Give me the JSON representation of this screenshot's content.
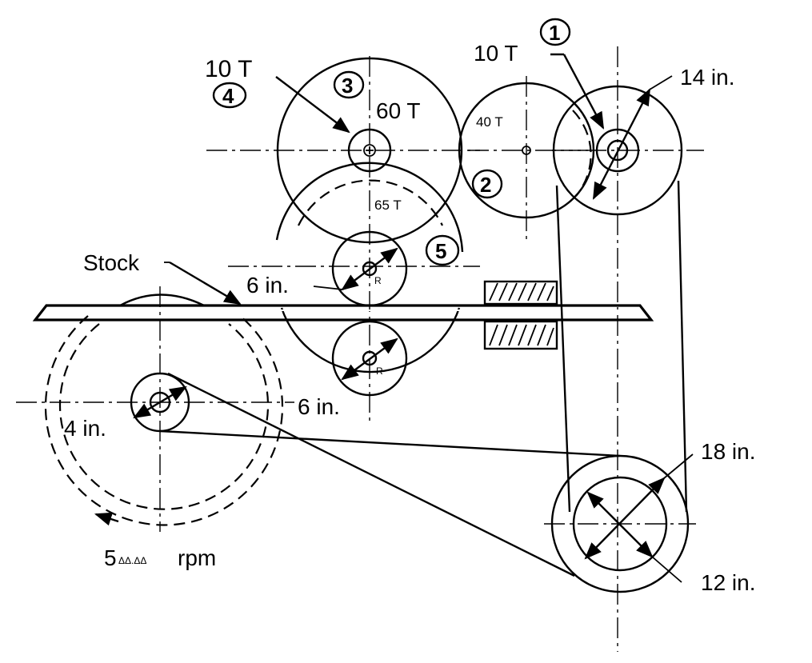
{
  "diagram": {
    "labels": {
      "gear_10t_left": "10 T",
      "gear_60t": "60 T",
      "gear_10t_right": "10 T",
      "gear_40t": "40 T",
      "gear_65t": "65 T",
      "pulley_14in": "14 in.",
      "stock": "Stock",
      "roller_upper_6in": "6 in.",
      "roller_lower_6in": "6 in.",
      "pulley_4in": "4 in.",
      "pulley_18in": "18 in.",
      "pulley_12in": "12 in.",
      "speed_prefix": "5",
      "speed_hidden": "ΔΔ.ΔΔ",
      "speed_unit": "rpm",
      "roller_mark_upper": "R",
      "roller_mark_lower": "R"
    },
    "callouts": {
      "c1": "1",
      "c2": "2",
      "c3": "3",
      "c4": "4",
      "c5": "5"
    }
  }
}
